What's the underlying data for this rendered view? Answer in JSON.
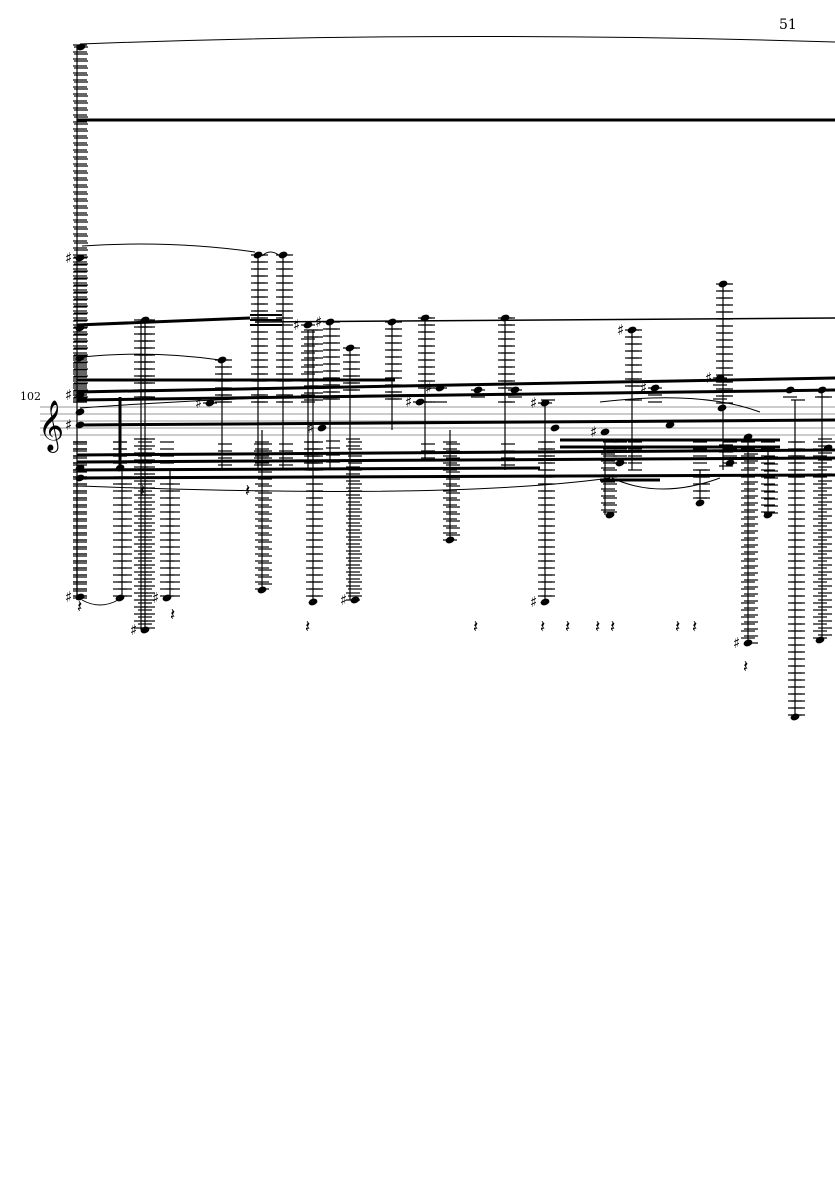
{
  "page": {
    "number": "51"
  },
  "system": {
    "measure_number": "102",
    "clef": "treble-clef"
  },
  "colors": {
    "ink": "#000000",
    "paper": "#ffffff",
    "staff_line": "#999999"
  }
}
